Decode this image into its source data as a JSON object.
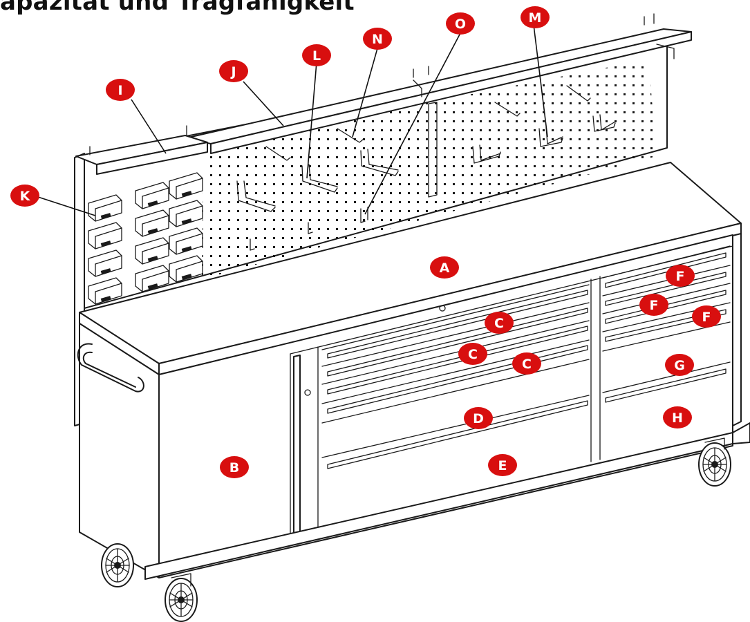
{
  "heading": "apazität und Tragfähigkeit",
  "colors": {
    "badge": "#d80f0f",
    "line": "#1a1a1a"
  },
  "parts": [
    {
      "id": "A",
      "label": "A"
    },
    {
      "id": "B",
      "label": "B"
    },
    {
      "id": "C1",
      "label": "C"
    },
    {
      "id": "C2",
      "label": "C"
    },
    {
      "id": "C3",
      "label": "C"
    },
    {
      "id": "D",
      "label": "D"
    },
    {
      "id": "E",
      "label": "E"
    },
    {
      "id": "F1",
      "label": "F"
    },
    {
      "id": "F2",
      "label": "F"
    },
    {
      "id": "F3",
      "label": "F"
    },
    {
      "id": "G",
      "label": "G"
    },
    {
      "id": "H",
      "label": "H"
    },
    {
      "id": "I",
      "label": "I"
    },
    {
      "id": "J",
      "label": "J"
    },
    {
      "id": "K",
      "label": "K"
    },
    {
      "id": "L",
      "label": "L"
    },
    {
      "id": "M",
      "label": "M"
    },
    {
      "id": "N",
      "label": "N"
    },
    {
      "id": "O",
      "label": "O"
    }
  ]
}
